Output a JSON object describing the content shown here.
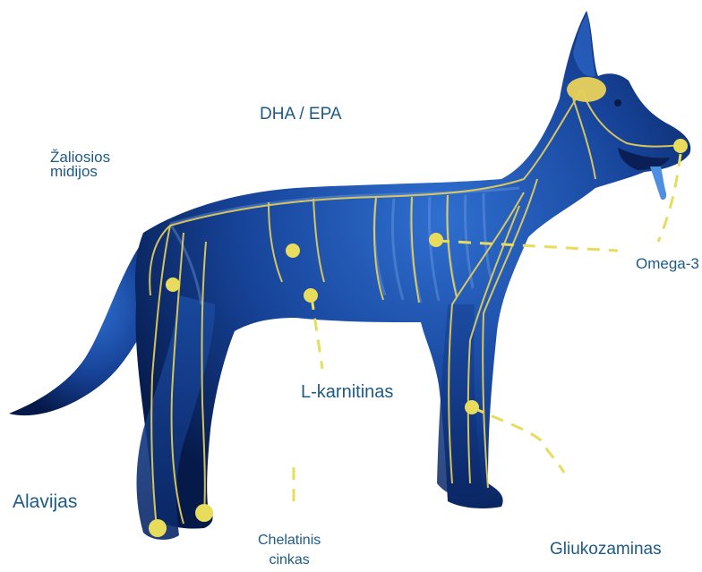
{
  "labels": {
    "dha_epa": "DHA / EPA",
    "zaliosios_line1": "Žaliosios",
    "zaliosios_line2": "midijos",
    "omega3": "Omega-3",
    "l_karnitinas": "L-karnitinas",
    "alavijas": "Alavijas",
    "chelatinis_line1": "Chelatinis",
    "chelatinis_line2": "cinkas",
    "gliukozaminas": "Gliukozaminas"
  },
  "colors": {
    "dog_body": "#123a8a",
    "dog_highlight": "#2f6fd0",
    "dog_shadow": "#061a4a",
    "nerve": "#e9d25a",
    "marker": "#e8dc5c",
    "label_text": "#1d5a86",
    "background": "#ffffff"
  },
  "illustration": {
    "subject": "dog-nervous-system",
    "markers_count": 9
  }
}
